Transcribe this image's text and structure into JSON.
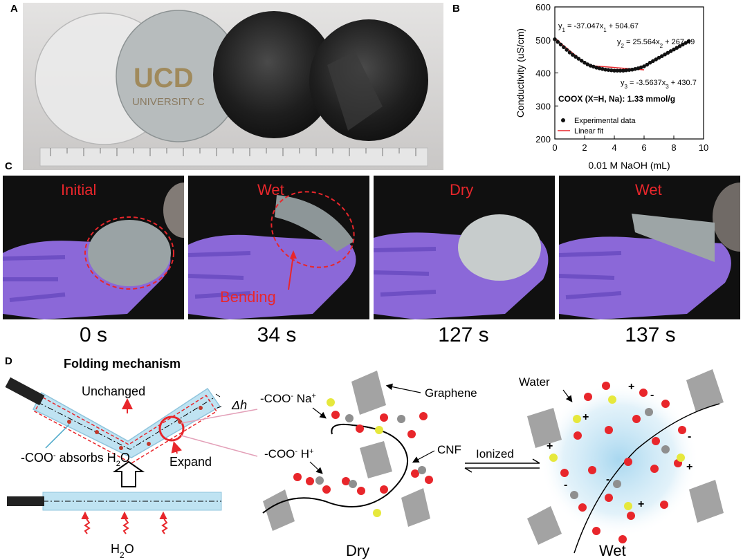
{
  "panels": {
    "a": "A",
    "b": "B",
    "c": "C",
    "d": "D"
  },
  "panel_a": {
    "logo_text": "UCD",
    "logo_subtext": "UNIVERSITY C"
  },
  "chart_data": {
    "type": "scatter",
    "xlabel": "0.01 M NaOH (mL)",
    "ylabel": "Conductivity (uS/cm)",
    "xlim": [
      0,
      10
    ],
    "ylim": [
      200,
      600
    ],
    "xticks": [
      0,
      2,
      4,
      6,
      8,
      10
    ],
    "yticks": [
      200,
      300,
      400,
      500,
      600
    ],
    "legend": [
      "Experimental data",
      "Linear fit"
    ],
    "legend_placement": "bottom-left",
    "annotation": "COOX (X=H, Na): 1.33 mmol/g",
    "equations": [
      {
        "pre": "y",
        "sub1": "1",
        "mid": " = -37.047x",
        "sub2": "1",
        "post": " + 504.67"
      },
      {
        "pre": "y",
        "sub1": "2",
        "mid": " = 25.564x",
        "sub2": "2",
        "post": " + 267.49"
      },
      {
        "pre": "y",
        "sub1": "3",
        "mid": " = -3.5637x",
        "sub2": "3",
        "post": " + 430.7"
      }
    ],
    "series": [
      {
        "name": "Experimental data",
        "x": [
          0,
          0.2,
          0.4,
          0.6,
          0.8,
          1.0,
          1.2,
          1.4,
          1.6,
          1.8,
          2.0,
          2.2,
          2.4,
          2.6,
          2.8,
          3.0,
          3.2,
          3.4,
          3.6,
          3.8,
          4.0,
          4.2,
          4.4,
          4.6,
          4.8,
          5.0,
          5.2,
          5.4,
          5.6,
          5.8,
          6.0,
          6.2,
          6.4,
          6.6,
          6.8,
          7.0,
          7.2,
          7.4,
          7.6,
          7.8,
          8.0,
          8.2,
          8.4,
          8.6,
          8.8,
          9.0
        ],
        "y": [
          502,
          494,
          486,
          478,
          470,
          462,
          455,
          449,
          443,
          437,
          431,
          426,
          422,
          419,
          416,
          414,
          412,
          410,
          409,
          408,
          407,
          407,
          407,
          407,
          408,
          409,
          410,
          412,
          414,
          417,
          420,
          425,
          431,
          436,
          441,
          446,
          451,
          456,
          461,
          466,
          471,
          476,
          481,
          486,
          491,
          496
        ]
      },
      {
        "name": "Linear fit",
        "segments": [
          [
            [
              0,
              504.67
            ],
            [
              2.2,
              423.17
            ]
          ],
          [
            [
              2.2,
              422.86
            ],
            [
              6.0,
              409.32
            ]
          ],
          [
            [
              6.0,
              420.87
            ],
            [
              9.0,
              497.57
            ]
          ]
        ]
      }
    ]
  },
  "panel_c": {
    "labels": [
      "Initial",
      "Wet",
      "Dry",
      "Wet"
    ],
    "times": [
      "0 s",
      "34 s",
      "127 s",
      "137 s"
    ],
    "bending": "Bending"
  },
  "panel_d": {
    "title": "Folding mechanism",
    "unchanged": "Unchanged",
    "delta_h": "Δh",
    "absorbs_pre": "-COO",
    "absorbs_sup": "-",
    "absorbs_mid": " absorbs H",
    "absorbs_sub": "2",
    "absorbs_post": "O",
    "expand": "Expand",
    "h2o_pre": "H",
    "h2o_sub": "2",
    "h2o_post": "O",
    "coo_na_pre": "-COO",
    "coo_na_sup1": "-",
    "coo_na_mid": " Na",
    "coo_na_sup2": "+",
    "coo_h_pre": "-COO",
    "coo_h_sup1": "-",
    "coo_h_mid": " H",
    "coo_h_sup2": "+",
    "graphene": "Graphene",
    "cnf": "CNF",
    "ionized": "Ionized",
    "water": "Water",
    "dry": "Dry",
    "wet": "Wet"
  },
  "colors": {
    "red": "#e8262b",
    "glove": "#8b68d8",
    "film_blue": "#bfe3f2",
    "graphene": "#a3a3a3"
  }
}
